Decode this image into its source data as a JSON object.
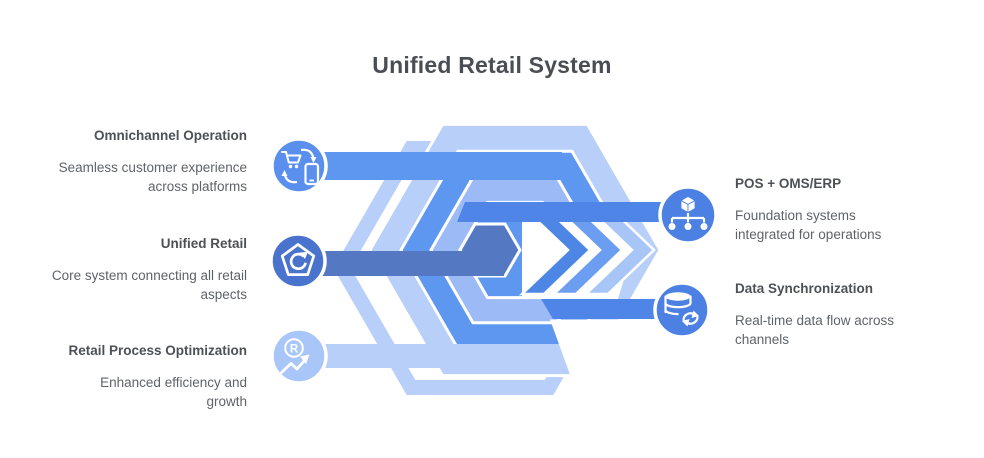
{
  "title": "Unified Retail System",
  "nodes": {
    "omnichannel": {
      "heading": "Omnichannel Operation",
      "description": "Seamless customer experience across platforms",
      "icon": "cart-phone-sync-icon"
    },
    "unified": {
      "heading": "Unified Retail",
      "description": "Core system connecting all retail aspects",
      "icon": "pentagon-refresh-icon"
    },
    "process": {
      "heading": "Retail Process Optimization",
      "description": "Enhanced efficiency and growth",
      "icon": "registered-growth-arrow-icon"
    },
    "pos": {
      "heading": "POS + OMS/ERP",
      "description": "Foundation systems integrated for operations",
      "icon": "cube-hierarchy-icon"
    },
    "sync": {
      "heading": "Data Synchronization",
      "description": "Real-time data flow across channels",
      "icon": "database-sync-icon"
    }
  },
  "process_letter": "R",
  "colors": {
    "background": "#ffffff",
    "ringLight": "#B7CFF9",
    "ringMedium": "#5E97F0",
    "ringMediumLight": "#9BBAF6",
    "coreDark": "#5578C2",
    "chevron1": "#4E86E5",
    "chevron2": "#6B9DF1",
    "chevron3": "#A8C5F8",
    "circleOmnichannel": "#5B8FEE",
    "circleUnified": "#4A73CE",
    "circleProcess": "#A9C6F8",
    "circleRight": "#4C80E3",
    "barRight": "#4E85E6",
    "textTitle": "#4a4e54",
    "textHeading": "#4d5156",
    "textBody": "#5f6368"
  }
}
